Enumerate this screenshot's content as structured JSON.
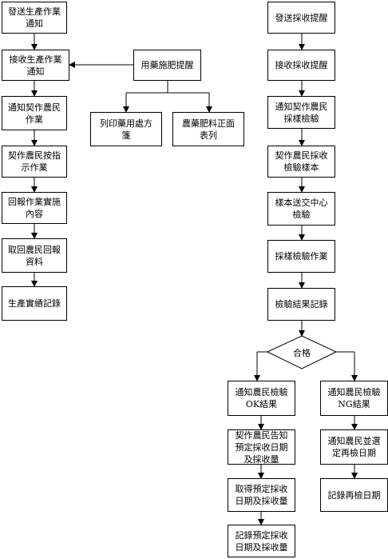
{
  "left_column": {
    "step1": "發送生產作業通知",
    "step2": "接收生產作業通知",
    "step3": "通知契作農民作業",
    "step4": "契作農民按指示作業",
    "step5": "回報作業實施內容",
    "step6": "取回農民回報資料",
    "step7": "生產實績記錄"
  },
  "middle": {
    "reminder": "用藥施肥提醒",
    "print_list": "列印藥用處方箋",
    "pesticide_list": "農藥肥料正面表列"
  },
  "right_column": {
    "step1": "發送採收提醒",
    "step2": "接收採收提醒",
    "step3": "通知契作農民採樣檢驗",
    "step4": "契作農民採收檢驗樣本",
    "step5": "樣本送交中心檢驗",
    "step6": "採樣檢驗作業",
    "step7": "檢驗結果記錄",
    "decision": "合格"
  },
  "pass_branch": {
    "step1": "通知農民檢驗OK結果",
    "step2": "契作農民告知預定採收日期及採收量",
    "step3": "取得預定採收日期及採收量",
    "step4": "記錄預定採收日期及採收量"
  },
  "fail_branch": {
    "step1": "通知農民檢驗NG結果",
    "step2": "通知農民並選定再檢日期",
    "step3": "記錄再檢日期"
  }
}
